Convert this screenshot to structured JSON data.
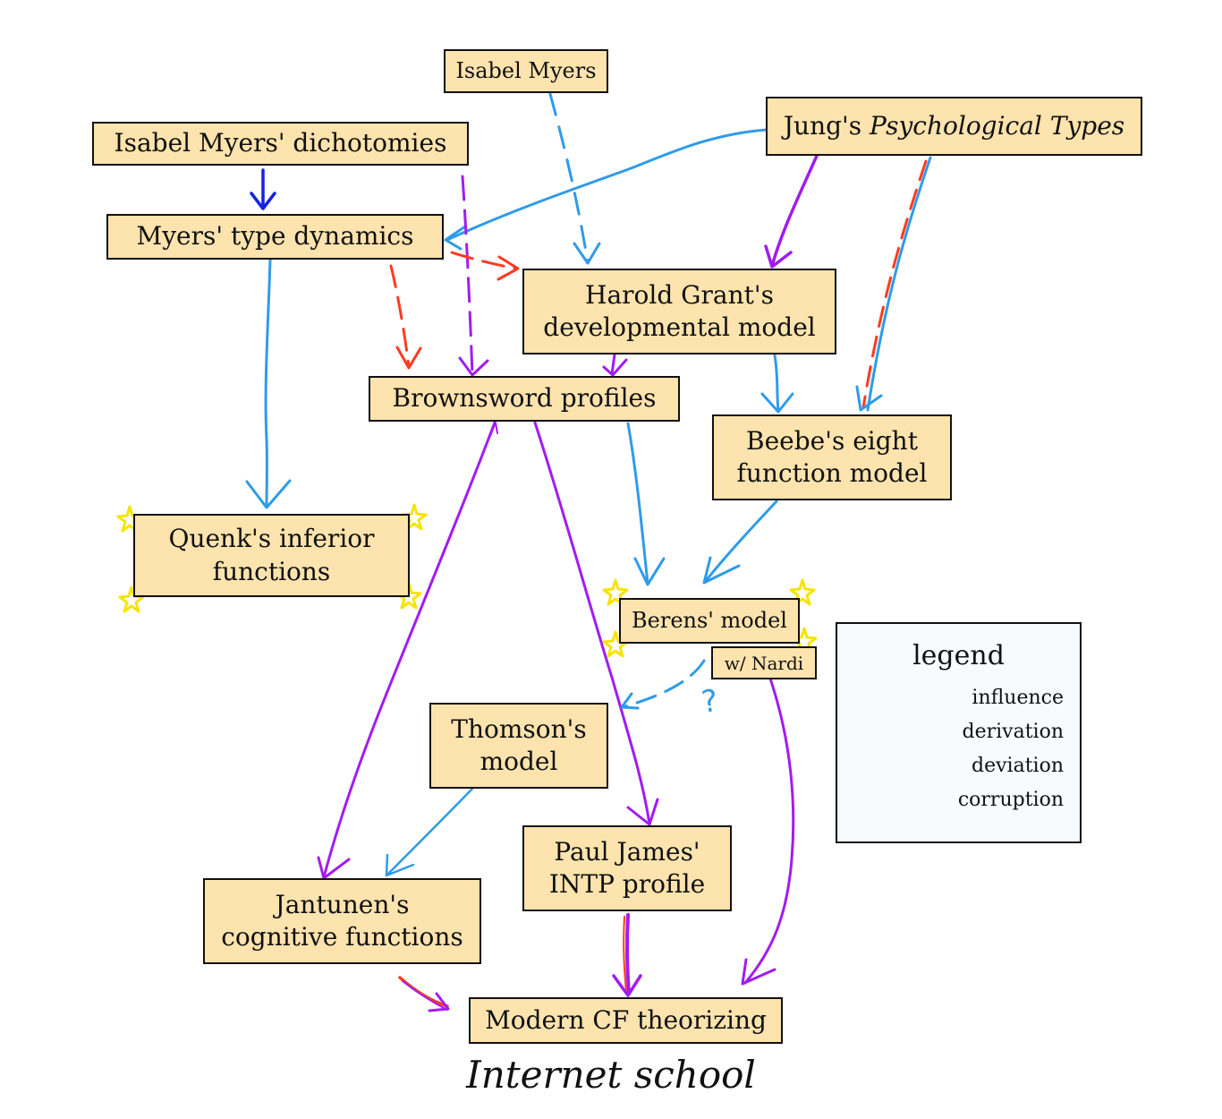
{
  "nodes": {
    "isabel_myers": "Isabel Myers",
    "myers_dichotomies": "Isabel Myers' dichotomies",
    "jung": {
      "prefix": "Jung's ",
      "title": "Psychological Types"
    },
    "type_dynamics": "Myers' type dynamics",
    "grant": {
      "line1": "Harold Grant's",
      "line2": "developmental model"
    },
    "brownsword": "Brownsword profiles",
    "beebe": {
      "line1": "Beebe's eight",
      "line2": "function model"
    },
    "quenk": {
      "line1": "Quenk's inferior",
      "line2": "functions"
    },
    "berens": "Berens' model",
    "nardi": "w/ Nardi",
    "thomson": {
      "line1": "Thomson's",
      "line2": "model"
    },
    "james": {
      "line1": "Paul James'",
      "line2": "INTP profile"
    },
    "jantunen": {
      "line1": "Jantunen's",
      "line2": "cognitive functions"
    },
    "modern": "Modern CF theorizing"
  },
  "question_mark": "?",
  "legend": {
    "title": "legend",
    "items": [
      {
        "label": "influence",
        "color": "#2f9be8"
      },
      {
        "label": "derivation",
        "color": "#1622e0"
      },
      {
        "label": "deviation",
        "color": "#a11cf0"
      },
      {
        "label": "corruption",
        "color": "#ff3b1f"
      }
    ]
  },
  "caption": "Internet school",
  "colors": {
    "box_fill": "#fde3ad",
    "star": "#f5e400"
  }
}
